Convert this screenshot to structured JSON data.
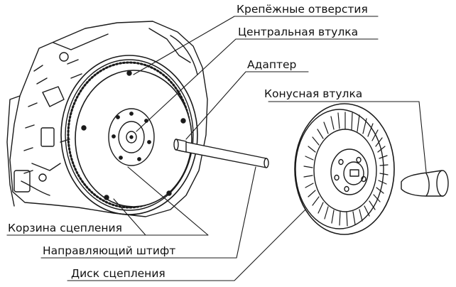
{
  "diagram": {
    "labels": {
      "mount_holes": "Крепёжные отверстия",
      "central_hub": "Центральная втулка",
      "adapter": "Адаптер",
      "cone_hub": "Конусная втулка",
      "clutch_basket": "Корзина сцепления",
      "guide_pin": "Направляющий штифт",
      "clutch_disc": "Диск сцепления"
    }
  }
}
